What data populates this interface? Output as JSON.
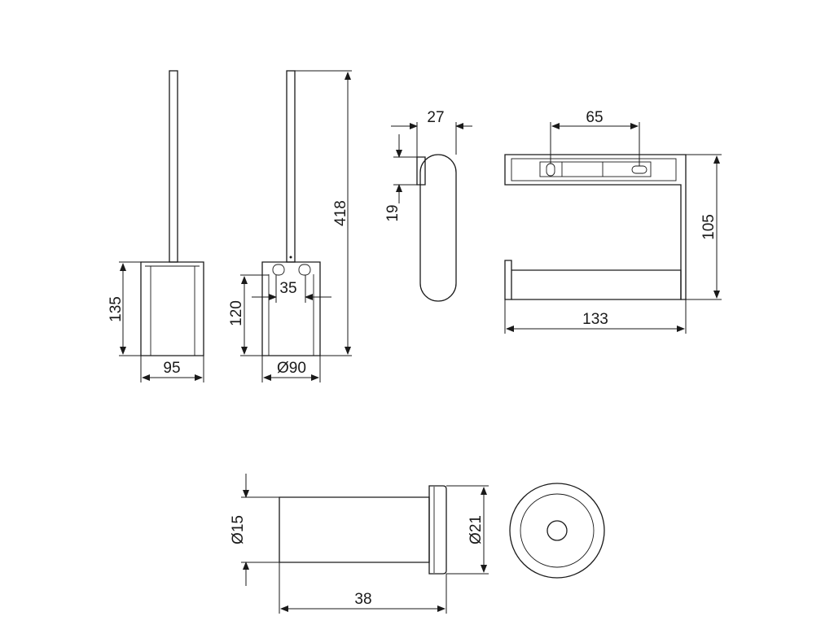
{
  "drawing": {
    "dimensions": {
      "brush_width": "95",
      "brush_height": "135",
      "brush_holder_height": "120",
      "brush_hole_spacing": "35",
      "brush_diameter": "Ø90",
      "brush_total_height": "418",
      "holder_depth": "27",
      "holder_mount_height": "19",
      "holder_hole_spacing": "65",
      "holder_height": "105",
      "holder_width": "133",
      "hook_inner_diameter": "Ø15",
      "hook_outer_diameter": "Ø21",
      "hook_length": "38"
    }
  }
}
